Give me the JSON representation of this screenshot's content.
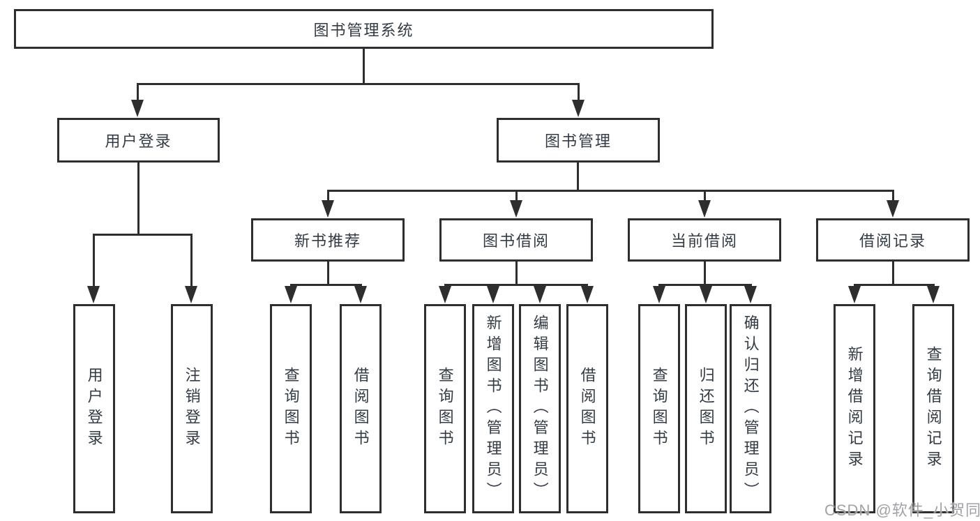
{
  "colors": {
    "background": "#ffffff",
    "box_border": "#2e2e2e",
    "connector_line": "#2e2e2e",
    "text": "#333b45",
    "watermark": "#a2a2a6"
  },
  "watermark": "CSDN @软件_小贺同学",
  "tree": {
    "label": "图书管理系统",
    "children": [
      {
        "label": "用户登录",
        "children": [
          {
            "label": "用户登录"
          },
          {
            "label": "注销登录"
          }
        ]
      },
      {
        "label": "图书管理",
        "children": [
          {
            "label": "新书推荐",
            "children": [
              {
                "label": "查询图书"
              },
              {
                "label": "借阅图书"
              }
            ]
          },
          {
            "label": "图书借阅",
            "children": [
              {
                "label": "查询图书"
              },
              {
                "label": "新增图书（管理员）"
              },
              {
                "label": "编辑图书（管理员）"
              },
              {
                "label": "借阅图书"
              }
            ]
          },
          {
            "label": "当前借阅",
            "children": [
              {
                "label": "查询图书"
              },
              {
                "label": "归还图书"
              },
              {
                "label": "确认归还（管理员）"
              }
            ]
          },
          {
            "label": "借阅记录",
            "children": [
              {
                "label": "新增借阅记录"
              },
              {
                "label": "查询借阅记录"
              }
            ]
          }
        ]
      }
    ]
  }
}
